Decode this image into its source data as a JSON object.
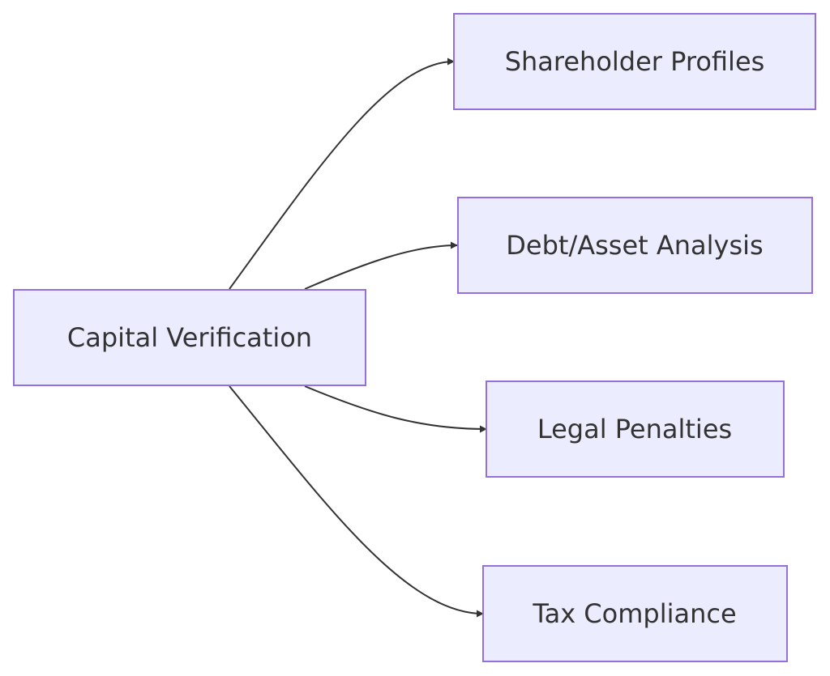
{
  "diagram": {
    "type": "flowchart",
    "direction": "left-to-right",
    "colors": {
      "node_fill": "#ECECFF",
      "node_border": "#9370DB",
      "edge": "#333333",
      "text": "#333333",
      "background": "#FFFFFF"
    },
    "nodes": {
      "root": {
        "label": "Capital Verification"
      },
      "shareholder": {
        "label": "Shareholder Profiles"
      },
      "debt": {
        "label": "Debt/Asset Analysis"
      },
      "legal": {
        "label": "Legal Penalties"
      },
      "tax": {
        "label": "Tax Compliance"
      }
    },
    "edges": [
      {
        "from": "Capital Verification",
        "to": "Shareholder Profiles"
      },
      {
        "from": "Capital Verification",
        "to": "Debt/Asset Analysis"
      },
      {
        "from": "Capital Verification",
        "to": "Legal Penalties"
      },
      {
        "from": "Capital Verification",
        "to": "Tax Compliance"
      }
    ]
  }
}
